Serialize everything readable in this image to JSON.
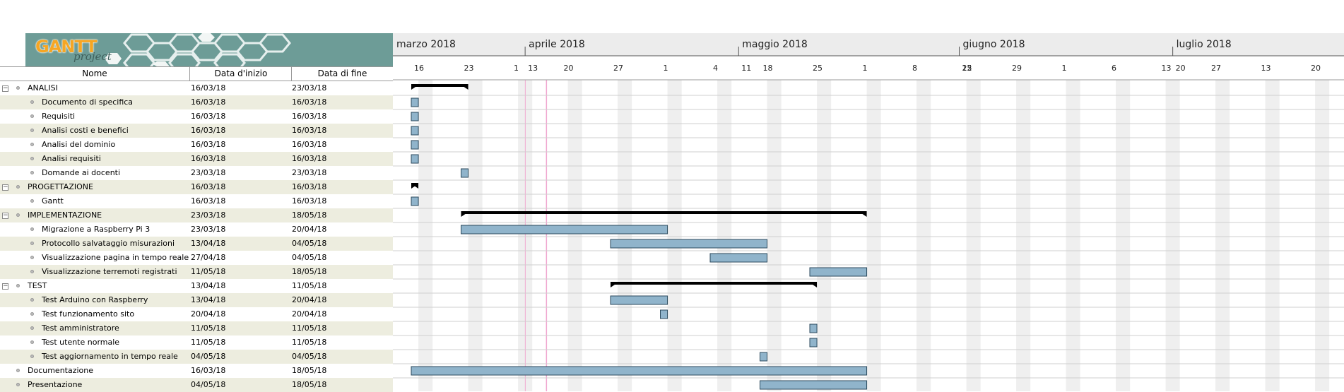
{
  "logo": {
    "word": "GANTT",
    "sub": "project"
  },
  "columns": {
    "name": "Nome",
    "start": "Data d'inizio",
    "end": "Data di fine"
  },
  "months": [
    "marzo 2018",
    "aprile 2018",
    "maggio 2018",
    "giugno 2018",
    "luglio 2018"
  ],
  "day_labels": [
    "16",
    "23",
    "1",
    "13",
    "20",
    "27",
    "1",
    "4",
    "11",
    "18",
    "25",
    "1",
    "8",
    "15",
    "22",
    "29",
    "1",
    "6",
    "13",
    "20",
    "27"
  ],
  "tasks": [
    {
      "name": "ANALISI",
      "start": "16/03/18",
      "end": "23/03/18",
      "group": true,
      "collapsible": true
    },
    {
      "name": "Documento di specifica",
      "start": "16/03/18",
      "end": "16/03/18"
    },
    {
      "name": "Requisiti",
      "start": "16/03/18",
      "end": "16/03/18"
    },
    {
      "name": "Analisi costi e benefici",
      "start": "16/03/18",
      "end": "16/03/18"
    },
    {
      "name": "Analisi del dominio",
      "start": "16/03/18",
      "end": "16/03/18"
    },
    {
      "name": "Analisi requisiti",
      "start": "16/03/18",
      "end": "16/03/18"
    },
    {
      "name": "Domande ai docenti",
      "start": "23/03/18",
      "end": "23/03/18"
    },
    {
      "name": "PROGETTAZIONE",
      "start": "16/03/18",
      "end": "16/03/18",
      "group": true,
      "collapsible": true
    },
    {
      "name": "Gantt",
      "start": "16/03/18",
      "end": "16/03/18"
    },
    {
      "name": "IMPLEMENTAZIONE",
      "start": "23/03/18",
      "end": "18/05/18",
      "group": true,
      "collapsible": true
    },
    {
      "name": "Migrazione a Raspberry Pi 3",
      "start": "23/03/18",
      "end": "20/04/18"
    },
    {
      "name": "Protocollo salvataggio misurazioni",
      "start": "13/04/18",
      "end": "04/05/18"
    },
    {
      "name": "Visualizzazione pagina in tempo reale",
      "start": "27/04/18",
      "end": "04/05/18"
    },
    {
      "name": "Visualizzazione terremoti registrati",
      "start": "11/05/18",
      "end": "18/05/18"
    },
    {
      "name": "TEST",
      "start": "13/04/18",
      "end": "11/05/18",
      "group": true,
      "collapsible": true
    },
    {
      "name": "Test Arduino con Raspberry",
      "start": "13/04/18",
      "end": "20/04/18"
    },
    {
      "name": "Test funzionamento sito",
      "start": "20/04/18",
      "end": "20/04/18"
    },
    {
      "name": "Test amministratore",
      "start": "11/05/18",
      "end": "11/05/18"
    },
    {
      "name": "Test utente normale",
      "start": "11/05/18",
      "end": "11/05/18"
    },
    {
      "name": "Test aggiornamento in tempo reale",
      "start": "04/05/18",
      "end": "04/05/18"
    },
    {
      "name": "Documentazione",
      "start": "16/03/18",
      "end": "18/05/18",
      "top": true
    },
    {
      "name": "Presentazione",
      "start": "04/05/18",
      "end": "18/05/18",
      "top": true
    }
  ],
  "colors": {
    "task_bar": "#90b4cb",
    "task_border": "#2c4a5c",
    "summary_bar": "#000000",
    "weekend": "#efefef",
    "today_line": "#f0a8d0",
    "alt_row": "#ededdf",
    "logo_bg": "#6d9c97"
  }
}
